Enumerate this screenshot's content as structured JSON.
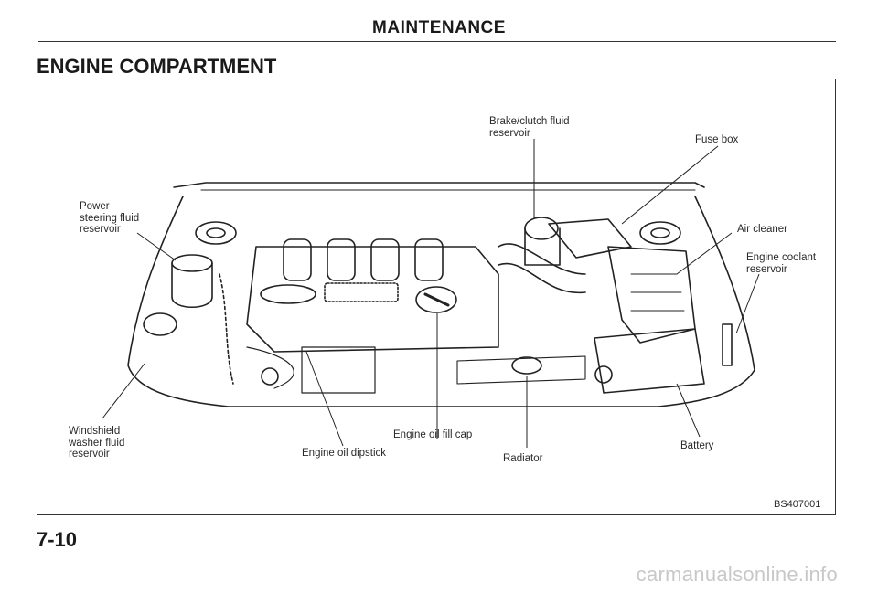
{
  "header": {
    "title": "MAINTENANCE"
  },
  "section": {
    "title": "ENGINE COMPARTMENT"
  },
  "figure": {
    "labels": {
      "brake_clutch": "Brake/clutch fluid\nreservoir",
      "fuse_box": "Fuse box",
      "power_steering": "Power\nsteering fluid\nreservoir",
      "air_cleaner": "Air cleaner",
      "engine_coolant": "Engine coolant\nreservoir",
      "windshield_washer": "Windshield\nwasher fluid\nreservoir",
      "engine_oil_fill_cap": "Engine oil fill cap",
      "engine_oil_dipstick": "Engine oil dipstick",
      "radiator": "Radiator",
      "battery": "Battery"
    },
    "code": "BS407001"
  },
  "footer": {
    "page_number": "7-10"
  },
  "watermark": "carmanualsonline.info"
}
